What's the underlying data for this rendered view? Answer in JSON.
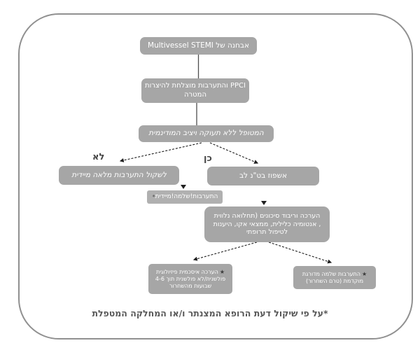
{
  "diagram": {
    "nodes": {
      "diagnosis": {
        "text": "אבחנה של Multivessel STEMI"
      },
      "ppci": {
        "line1": "PPCI והתערבות מוצלחת להיצרות",
        "line2": "המטרה"
      },
      "stable": {
        "text": "המטופל ללא תעוקה ויציב המודינמית"
      },
      "consider": {
        "text": "לשקול התערבות מלאה מיידית"
      },
      "icu": {
        "text": "אשפוז בט\"נ לב"
      },
      "immediate": {
        "text": "התערבות!שלמה!מיידית",
        "asterisk": "*"
      },
      "risk": {
        "line1": "הערכה וריבוד סיכונים (תחלואה נלווית",
        "line2": ", אנטומיה כלילית, ממצאי אקו, היענות",
        "line3": "לטיפול תרופתי"
      },
      "ischemic": {
        "star": "★",
        "line1": "הערכה איסכמית פיזיולוגית",
        "line2": "פולשנית/לא פולשנית תוך 4-6",
        "line3": "שבועות מהשחרור"
      },
      "staged": {
        "star": "★",
        "line1": "התערבות שלמה מדורגת",
        "line2": "מוקדמת (טרם השחרור)"
      }
    },
    "branches": {
      "no": "לא",
      "yes": "כן"
    },
    "footnote": "*על פי שיקול דעת הרופא המצנתר ו/או המחלקה המטפלת",
    "colors": {
      "node_fill": "#a6a6a6",
      "node_fill_light": "#b0b0b0",
      "node_text": "#ffffff",
      "frame_border": "#909090",
      "connector": "#1f1f1f",
      "label_text": "#474747",
      "footnote_text": "#595959"
    }
  }
}
